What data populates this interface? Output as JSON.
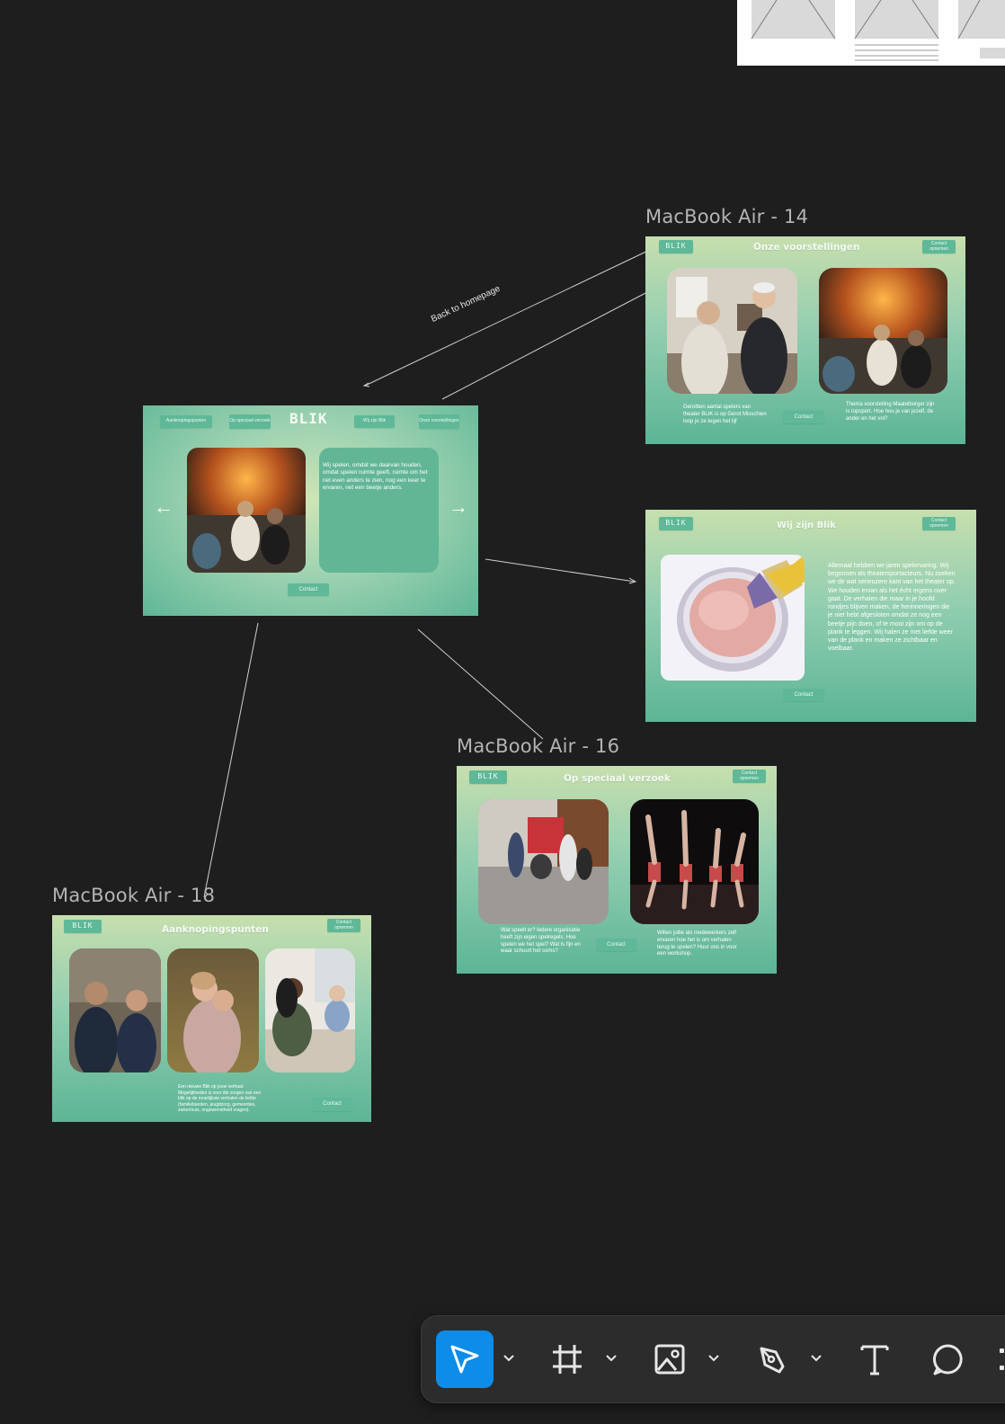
{
  "colors": {
    "canvas": "#1e1e1e",
    "pill": "#5fb897",
    "accent": "#0d8ce9",
    "toolbar": "#2c2c2c",
    "label": "#b4b4b4"
  },
  "labels": {
    "f14": "MacBook Air - 14",
    "f16": "MacBook Air - 16",
    "f18": "MacBook Air - 18"
  },
  "connectors": {
    "back_to_homepage": "Back to homepage"
  },
  "home": {
    "logo": "BLIK",
    "nav": [
      "Aanknopingspunten",
      "Op speciaal verzoek",
      "Wij zijn Blik",
      "Onze voorstellingen"
    ],
    "body": "Wij spelen, omdat we daarvan houden, omdat spelen ruimte geeft, ruimte om het net even anders te zien, nog een keer te ervaren, net een beetje anders.",
    "contact": "Contact",
    "arrow_left": "←",
    "arrow_right": "→"
  },
  "f14": {
    "logo": "BLIK",
    "title": "Onze voorstellingen",
    "contact_top": "Contact opnemen",
    "cap1": "Geroltten aantal spelers van theater BLIK is op Gerot Misschien loop je ze tegen het lijf",
    "cap2": "Thema voorstelling Maatelborger zijn is topsport. Hoe hou je van jezelf, de ander en het vol?",
    "contact": "Contact"
  },
  "wij": {
    "logo": "BLIK",
    "title": "Wij zijn Blik",
    "contact_top": "Contact opnemen",
    "body": "Allemaal hebben we jaren spelervaring. Wij begonnen als theatersportacteurs. Nu zoeken we de wat serieuzere kant van het theater op. We houden ervan als het écht ergens over gaat. De verhalen die maar in je hoofd rondjes blijven maken, de herinneringen die je niet hebt afgesloten omdat ze nog een beetje pijn doen, of te mooi zijn om op de plank te leggen. Wij halen ze met liefde weer van de plank en maken ze zichtbaar en voelbaar.",
    "contact": "Contact"
  },
  "f16": {
    "logo": "BLIK",
    "title": "Op speciaal verzoek",
    "contact_top": "Contact opnemen",
    "cap1": "Wat speelt er? Iedere organisatie heeft zijn eigen spelregels. Hoe spelen we het spel? Wat is fijn en waar schuurt het soms?",
    "cap2": "Willen jullie als medewerkers zelf ervaren hoe het is om verhalen terug te spelen? Huur ons in voor een workshop.",
    "contact": "Contact"
  },
  "f18": {
    "logo": "BLIK",
    "title": "Aanknopingspunten",
    "contact_top": "Contact opnemen",
    "cap": "Een nieuwe Blik op jouw verhaal. Mogelijkheden is voor die zorgen van een blik op de moeilijkste verhalen de liefde (familiebanden, jeugdzorg, gemeentes, ziekenhuis, ongewenstheid vragen).",
    "contact": "Contact"
  },
  "toolbar": {
    "tools": [
      {
        "name": "move-tool",
        "icon": "cursor-arrow-icon",
        "active": true
      },
      {
        "name": "frame-tool",
        "icon": "frame-hash-icon",
        "active": false
      },
      {
        "name": "image-tool",
        "icon": "image-icon",
        "active": false
      },
      {
        "name": "pen-tool",
        "icon": "pen-nib-icon",
        "active": false
      },
      {
        "name": "text-tool",
        "icon": "text-t-icon",
        "active": false
      },
      {
        "name": "comment-tool",
        "icon": "comment-bubble-icon",
        "active": false
      }
    ]
  }
}
